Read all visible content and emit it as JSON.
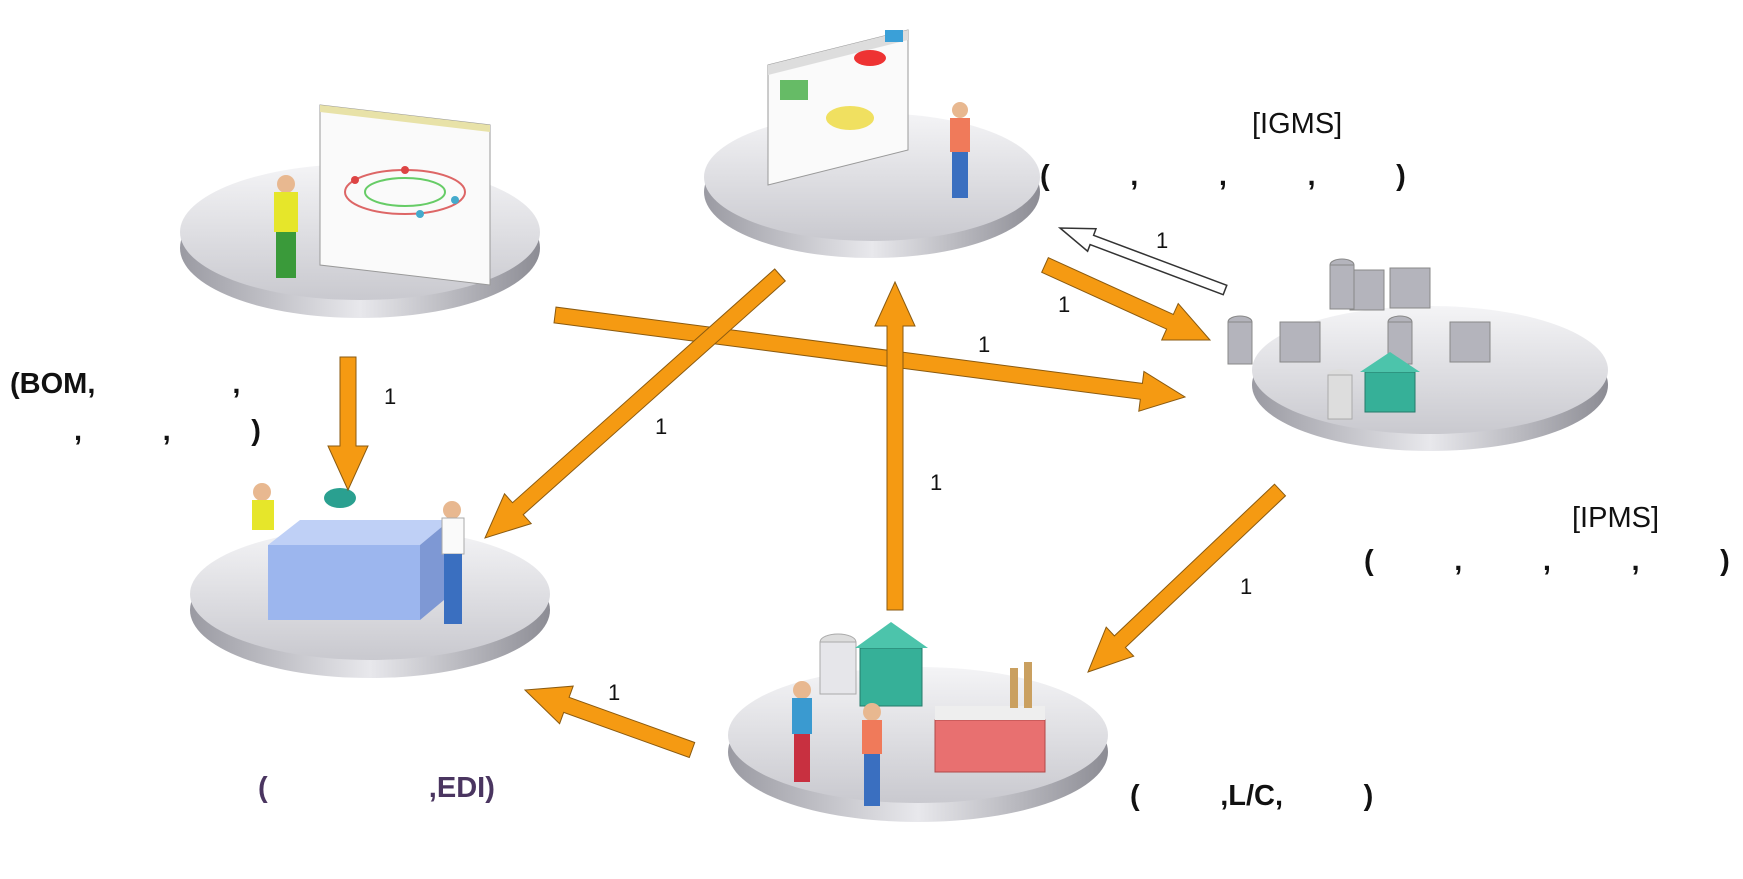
{
  "labels": {
    "igms": "[IGMS]",
    "igms_detail": "(          ,          ,          ,          )",
    "ipms": "[IPMS]",
    "ipms_detail": "(          ,          ,          ,          )",
    "bom_line1": "(BOM,                 ,",
    "bom_line2": ",          ,          )",
    "edi": "(                    ,EDI)",
    "lc": "(          ,L/C,          )"
  },
  "arrow_labels": {
    "a_igms_back": "1",
    "a_to_ipms_from_igms": "1",
    "a_left_to_ipms": "1",
    "a_left_down": "1",
    "a_igms_to_left_bottom": "1",
    "a_bottom_up": "1",
    "a_ipms_to_bottom": "1",
    "a_bottom_to_left": "1"
  },
  "colors": {
    "arrow": "#f59a12",
    "arrow_outline": "#8a5a10",
    "disc_top": "#e6e6ea",
    "disc_side": "#b9b9c0"
  }
}
